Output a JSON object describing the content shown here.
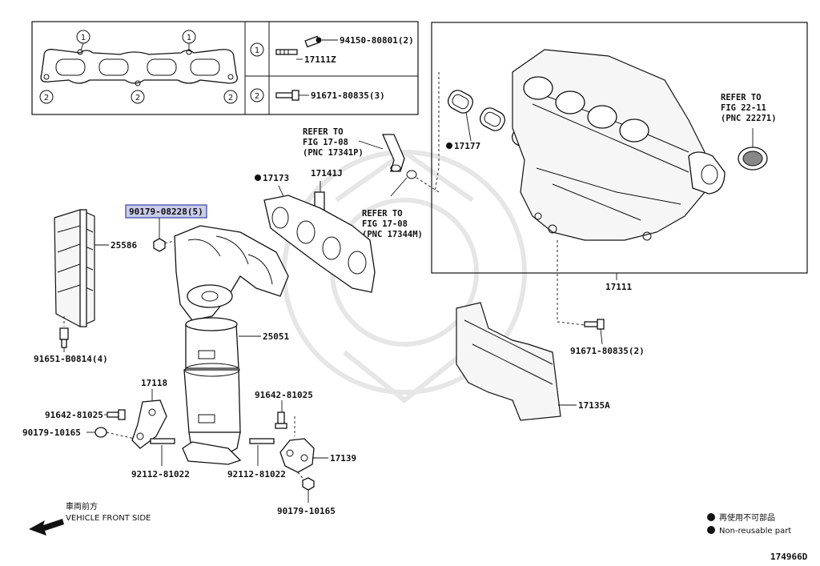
{
  "labels": {
    "p94150": "94150-80801(2)",
    "p17111Z": "17111Z",
    "p91671_3": "91671-80835(3)",
    "p17177": "17177",
    "p17173": "17173",
    "p17141J": "17141J",
    "p90179_08228": "90179-08228(5)",
    "p25586": "25586",
    "p25051": "25051",
    "p91651": "91651-B0814(4)",
    "p17118": "17118",
    "p91642_left": "91642-81025",
    "p90179_10165_left": "90179-10165",
    "p92112_a": "92112-81022",
    "p92112_b": "92112-81022",
    "p91642_mid": "91642-81025",
    "p17139": "17139",
    "p90179_10165_mid": "90179-10165",
    "p17111": "17111",
    "p91671_2": "91671-80835(2)",
    "p17135A": "17135A",
    "diagram_id": "174966D"
  },
  "refs": {
    "ref_17341": [
      "REFER TO",
      "FIG 17-08",
      "(PNC 17341P)"
    ],
    "ref_17344": [
      "REFER TO",
      "FIG 17-08",
      "(PNC 17344M)"
    ],
    "ref_22271": [
      "REFER TO",
      "FIG 22-11",
      "(PNC 22271)"
    ]
  },
  "inset": {
    "circle1": "1",
    "circle2": "2"
  },
  "direction": {
    "jp": "車両前方",
    "en": "VEHICLE FRONT SIDE"
  },
  "legend": {
    "jp": "再使用不可部品",
    "en": "Non-reusable part"
  },
  "colors": {
    "highlight_fill": "#c9ccea",
    "highlight_stroke": "#3b3fa0",
    "line": "#111111"
  }
}
